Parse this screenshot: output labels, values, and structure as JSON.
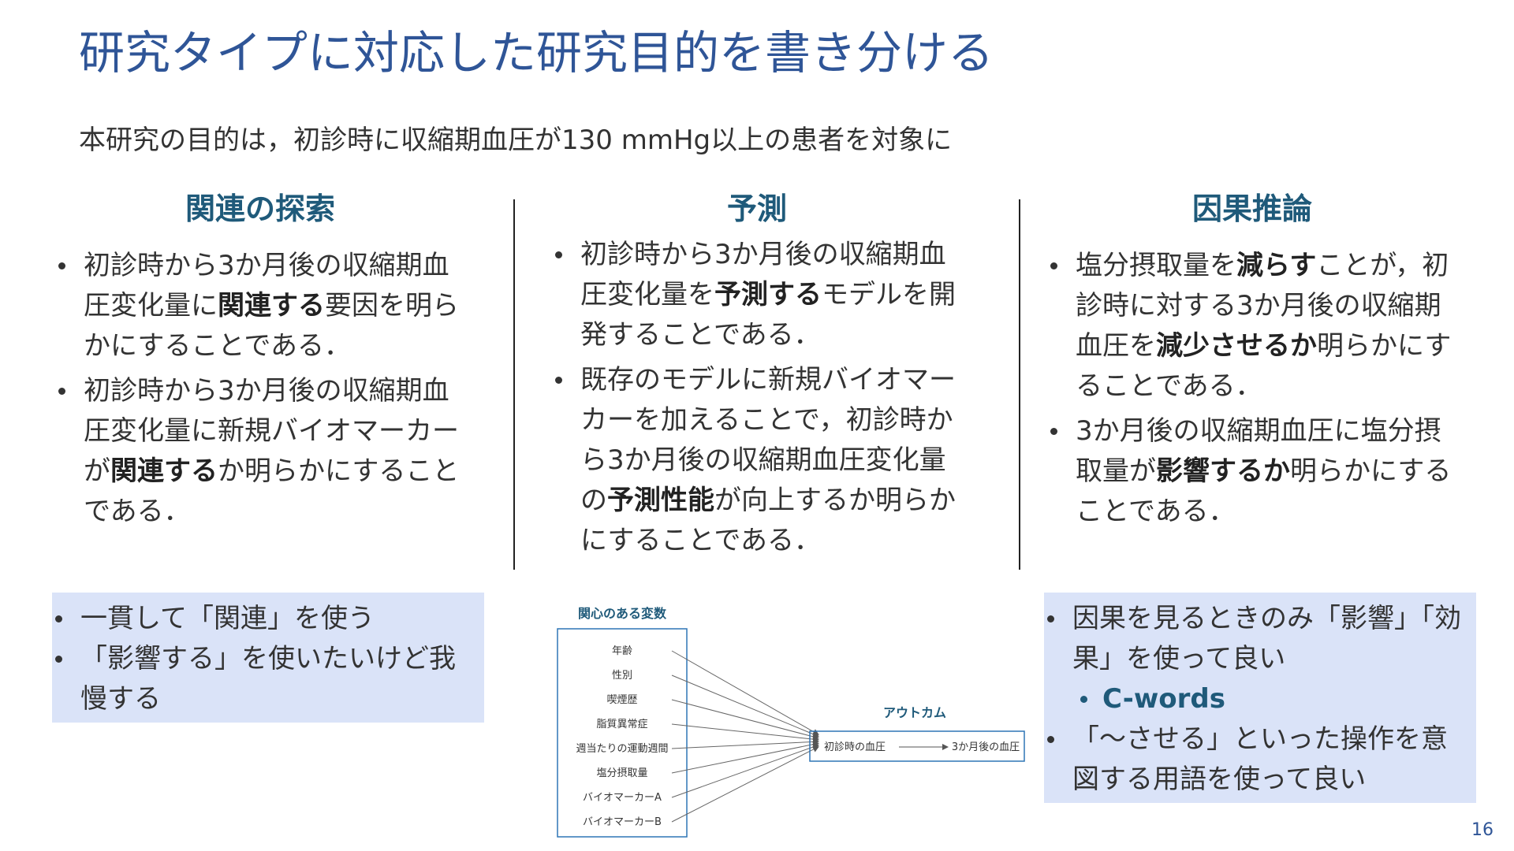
{
  "slide": {
    "title": "研究タイプに対応した研究目的を書き分ける",
    "intro": "本研究の目的は，初診時に収縮期血圧が130 mmHg以上の患者を対象に",
    "page_number": "16"
  },
  "columns": [
    {
      "heading": "関連の探索",
      "bullets": [
        [
          "初診時から3か月後の収縮期血圧変化量に",
          {
            "b": "関連する"
          },
          "要因を明らかにすることである．"
        ],
        [
          "初診時から3か月後の収縮期血圧変化量に新規バイオマーカーが",
          {
            "b": "関連する"
          },
          "か明らかにすることである．"
        ]
      ]
    },
    {
      "heading": "予測",
      "bullets": [
        [
          "初診時から3か月後の収縮期血圧変化量を",
          {
            "b": "予測する"
          },
          "モデルを開発することである．"
        ],
        [
          "既存のモデルに新規バイオマーカーを加えることで，初診時から3か月後の収縮期血圧変化量の",
          {
            "b": "予測性能"
          },
          "が向上するか明らかにすることである．"
        ]
      ]
    },
    {
      "heading": "因果推論",
      "bullets": [
        [
          "塩分摂取量を",
          {
            "b": "減らす"
          },
          "ことが，初診時に対する3か月後の収縮期血圧を",
          {
            "b": "減少させるか"
          },
          "明らかにすることである．"
        ],
        [
          "3か月後の収縮期血圧に塩分摂取量が",
          {
            "b": "影響するか"
          },
          "明らかにすることである．"
        ]
      ]
    }
  ],
  "notes": {
    "left": [
      "一貫して「関連」を使う",
      "「影響する」を使いたいけど我慢する"
    ],
    "right": {
      "item1": "因果を見るときのみ「影響」「効果」を使って良い",
      "sub": "C-words",
      "item2": "「～させる」といった操作を意図する用語を使って良い"
    }
  },
  "diagram": {
    "variables_title": "関心のある変数",
    "variables": [
      "年齢",
      "性別",
      "喫煙歴",
      "脂質異常症",
      "週当たりの運動週間",
      "塩分摂取量",
      "バイオマーカーA",
      "バイオマーカーB"
    ],
    "outcome_title": "アウトカム",
    "outcome_from": "初診時の血圧",
    "outcome_to": "3か月後の血圧"
  },
  "colors": {
    "title": "#2f5597",
    "heading": "#1f5a7a",
    "note_bg": "#dae3f8",
    "diagram_box": "#2e75b6"
  }
}
